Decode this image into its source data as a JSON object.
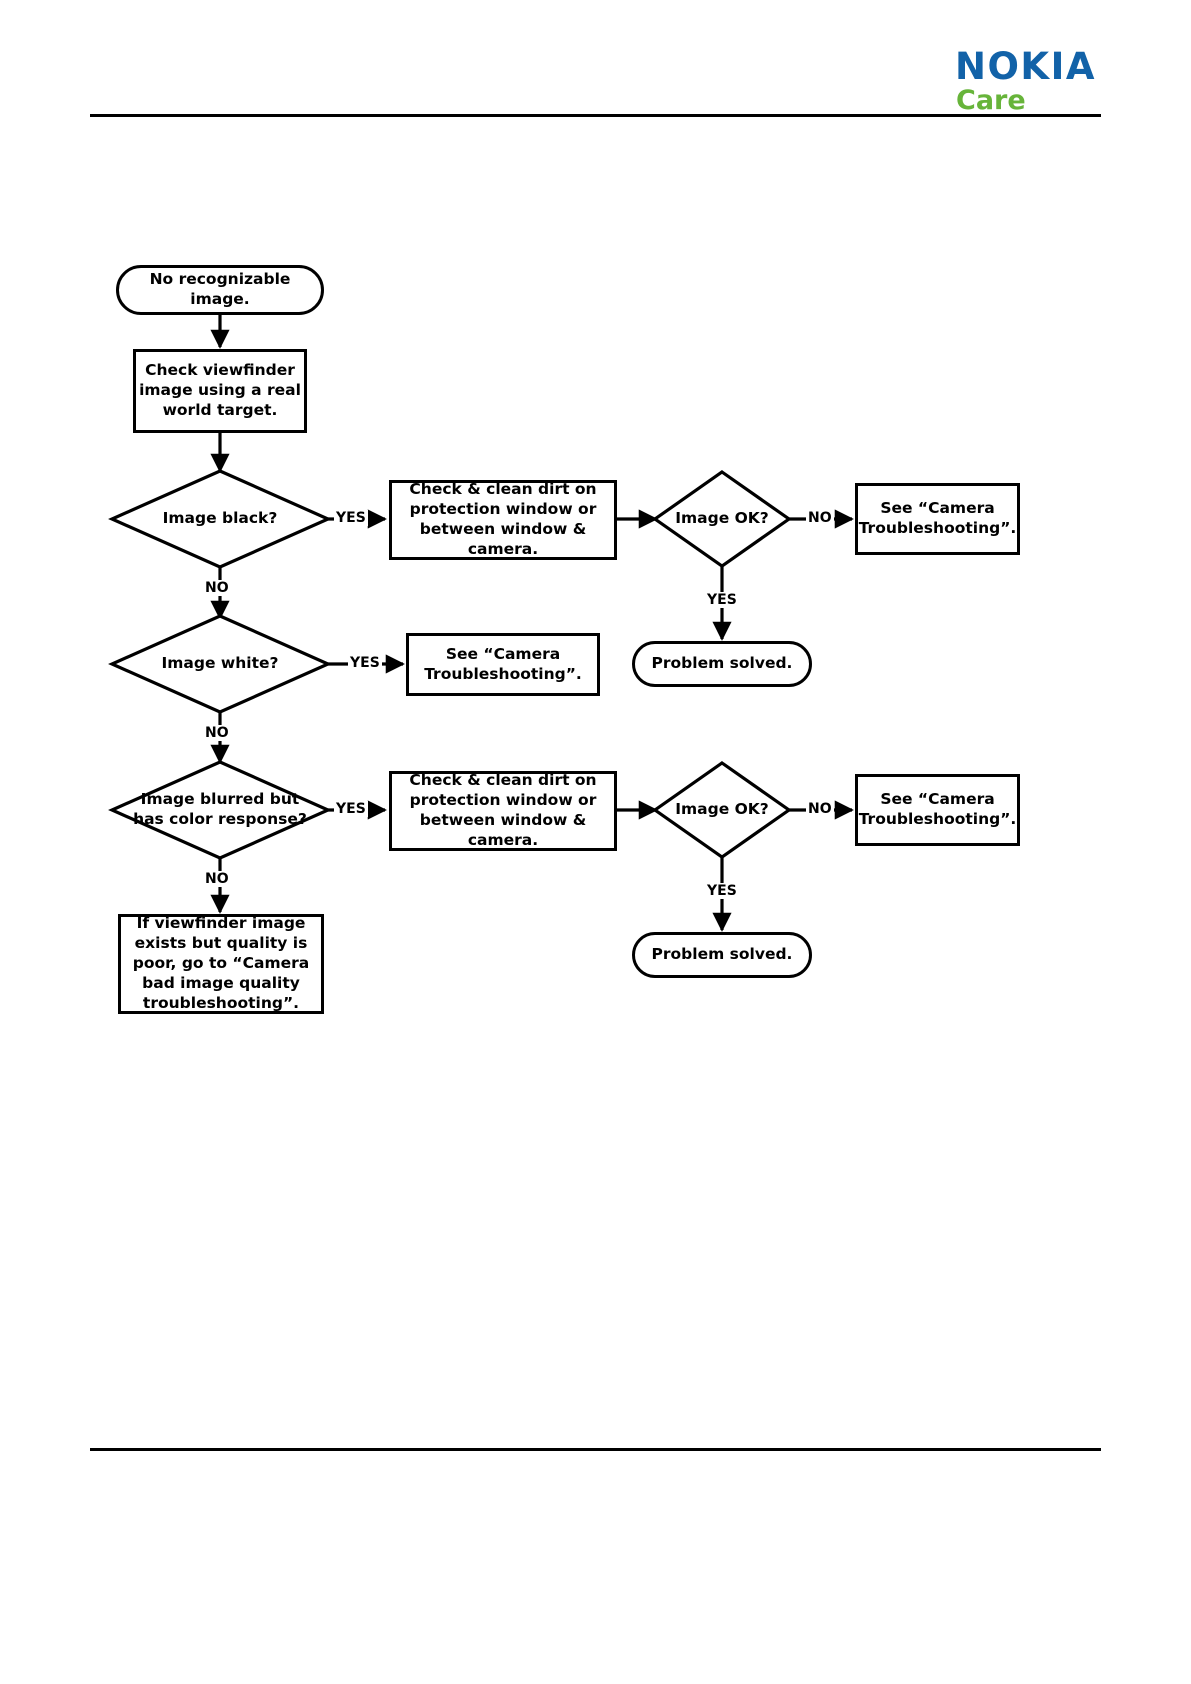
{
  "header": {
    "brand_primary": "NOKIA",
    "brand_secondary": "Care"
  },
  "flowchart": {
    "title": "No recognizable image troubleshooting flowchart",
    "nodes": [
      {
        "id": "start",
        "type": "terminal",
        "text": "No recognizable image."
      },
      {
        "id": "check_vf",
        "type": "process",
        "text": "Check viewfinder image using a real world target."
      },
      {
        "id": "q_black",
        "type": "decision",
        "text": "Image black?"
      },
      {
        "id": "clean1",
        "type": "process",
        "text": "Check & clean dirt on protection window or between window & camera."
      },
      {
        "id": "q_ok1",
        "type": "decision",
        "text": "Image OK?"
      },
      {
        "id": "see_ct1",
        "type": "process",
        "text": "See “Camera Troubleshooting”."
      },
      {
        "id": "solved1",
        "type": "terminal",
        "text": "Problem solved."
      },
      {
        "id": "q_white",
        "type": "decision",
        "text": "Image white?"
      },
      {
        "id": "see_ct2",
        "type": "process",
        "text": "See “Camera Troubleshooting”."
      },
      {
        "id": "q_blurred",
        "type": "decision",
        "text": "Image blurred but has color response?"
      },
      {
        "id": "clean2",
        "type": "process",
        "text": "Check & clean dirt on protection window or between window & camera."
      },
      {
        "id": "q_ok2",
        "type": "decision",
        "text": "Image OK?"
      },
      {
        "id": "see_ct3",
        "type": "process",
        "text": "See “Camera Troubleshooting”."
      },
      {
        "id": "solved2",
        "type": "terminal",
        "text": "Problem solved."
      },
      {
        "id": "bad_quality",
        "type": "process",
        "text": "If viewfinder image exists but quality is poor, go to “Camera bad image quality troubleshooting”."
      }
    ],
    "edge_labels": {
      "black_yes": "YES",
      "black_no": "NO",
      "ok1_no": "NO",
      "ok1_yes": "YES",
      "white_yes": "YES",
      "white_no": "NO",
      "blurred_yes": "YES",
      "blurred_no": "NO",
      "ok2_no": "NO",
      "ok2_yes": "YES"
    },
    "colors": {
      "stroke": "#000000",
      "fill": "#ffffff"
    }
  }
}
